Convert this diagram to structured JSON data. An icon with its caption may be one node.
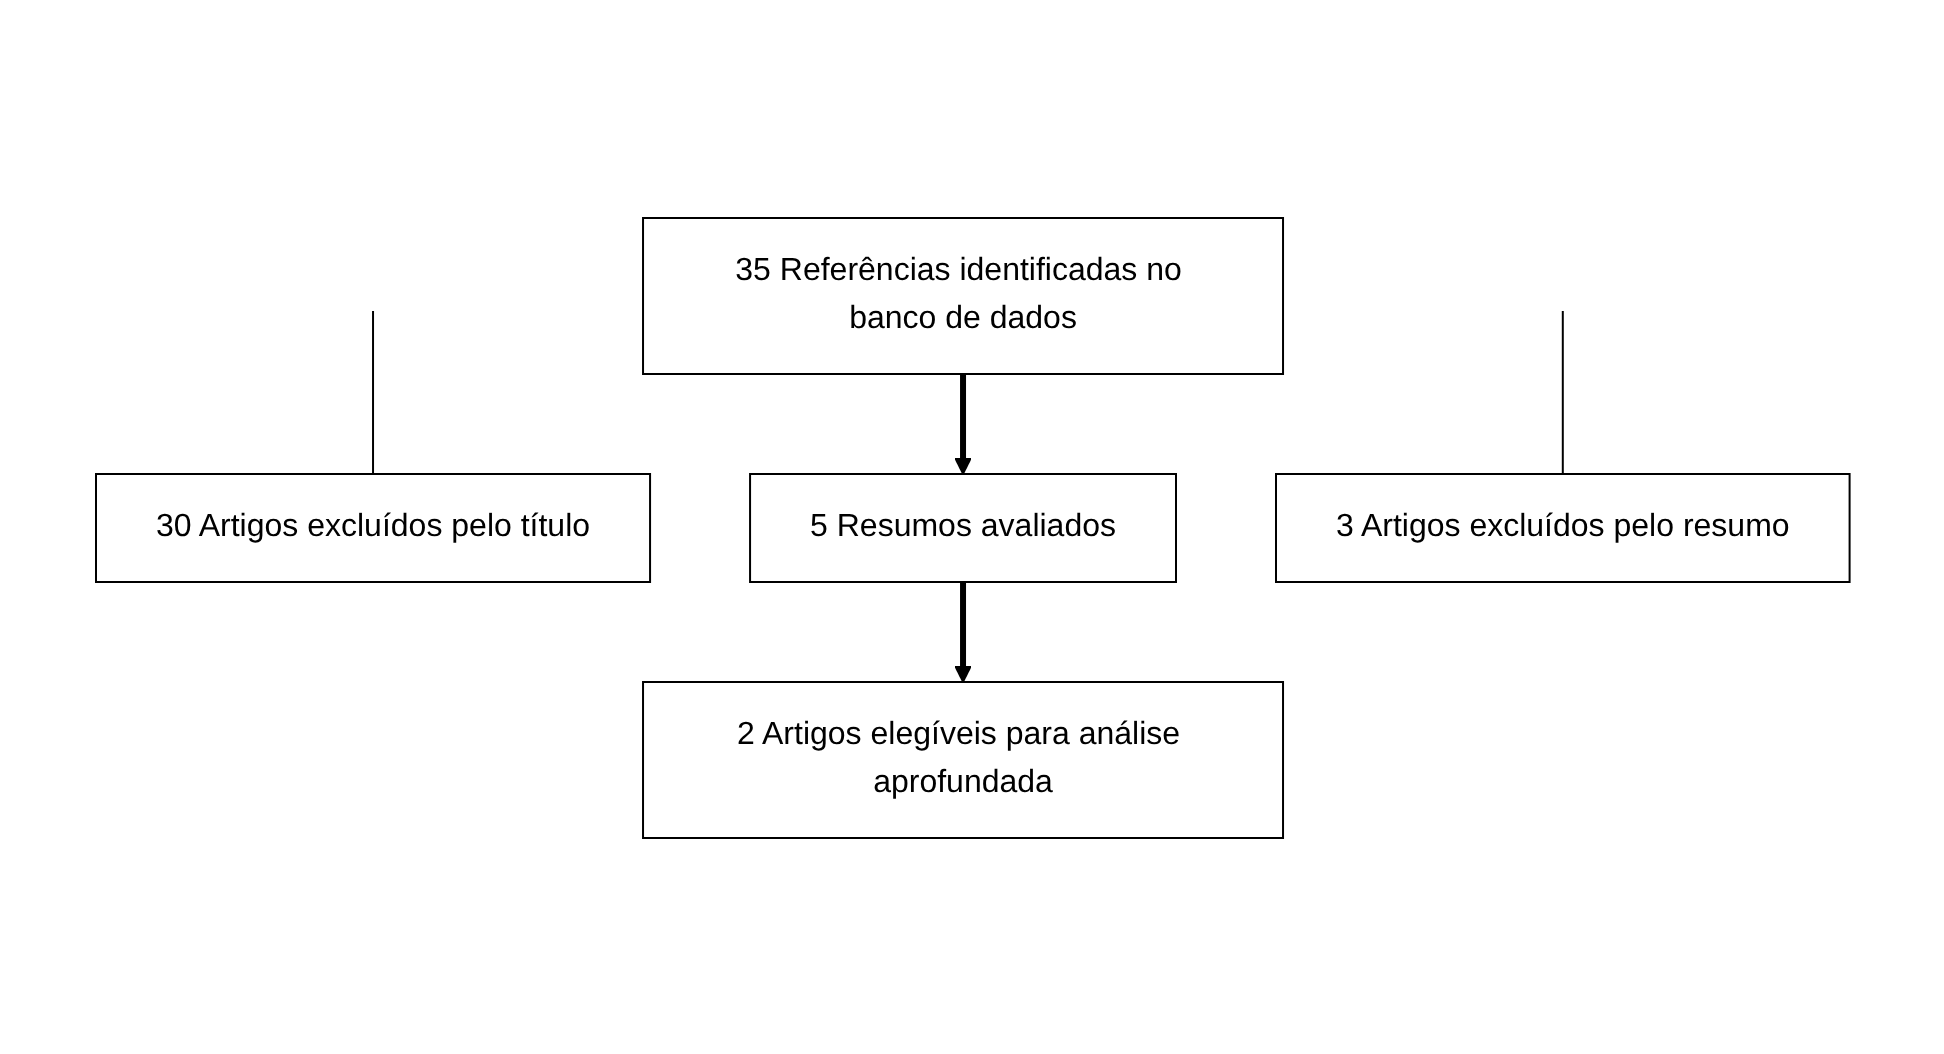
{
  "diagram": {
    "nodes": [
      {
        "text": [
          "35 Referências identificadas no banco de dados"
        ]
      },
      {
        "text": [
          "30 Artigos excluídos pelo título"
        ]
      },
      {
        "text": [
          "5 Resumos avaliados"
        ]
      },
      {
        "text": [
          "3 Artigos excluídos pelo resumo"
        ]
      },
      {
        "text": [
          "2 Artigos elegíveis para análise aprofundada"
        ]
      }
    ],
    "edges": [
      {
        "from": 0,
        "to": 2,
        "arrow": "to",
        "style": "thick"
      },
      {
        "from": null,
        "to": 1,
        "arrow": "none"
      },
      {
        "from": 2,
        "to": 4,
        "arrow": "to",
        "style": "thick"
      },
      {
        "from": null,
        "to": 3,
        "arrow": "none"
      }
    ]
  }
}
